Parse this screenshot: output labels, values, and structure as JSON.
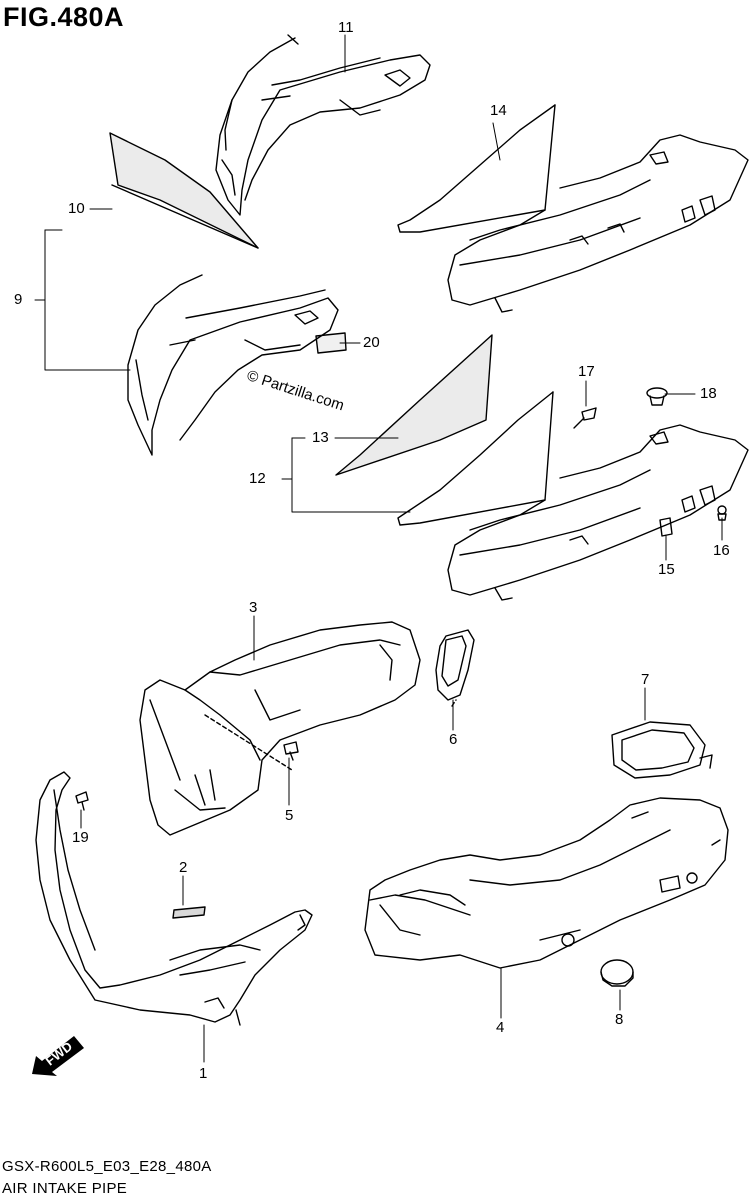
{
  "figure_title": "FIG.480A",
  "model_code": "GSX-R600L5_E03_E28_480A",
  "subtitle": "AIR INTAKE PIPE",
  "watermark": "© Partzilla.com",
  "direction_label": "FWD",
  "callouts": [
    "1",
    "2",
    "3",
    "4",
    "5",
    "6",
    "7",
    "8",
    "9",
    "10",
    "11",
    "12",
    "13",
    "14",
    "15",
    "16",
    "17",
    "18",
    "19",
    "20"
  ]
}
